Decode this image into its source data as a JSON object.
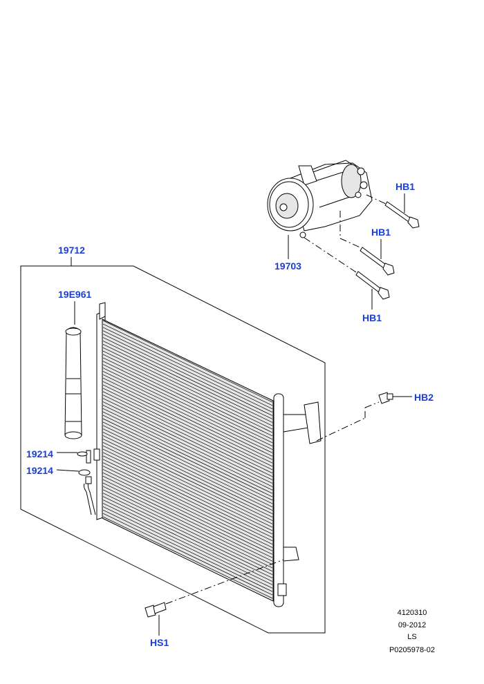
{
  "callouts": {
    "condenser": "19712",
    "receiver_drier": "19E961",
    "compressor": "19703",
    "o_ring_upper": "19214",
    "o_ring_lower": "19214",
    "bolt_top": "HB1",
    "bolt_mid": "HB1",
    "bolt_low": "HB1",
    "bolt_right": "HB2",
    "bolt_bottom": "HS1"
  },
  "footer": {
    "line1": "4120310",
    "line2": "09-2012",
    "line3": "LS",
    "line4": "P0205978-02"
  },
  "colors": {
    "callout": "#1a3dd6",
    "line": "#000000"
  }
}
